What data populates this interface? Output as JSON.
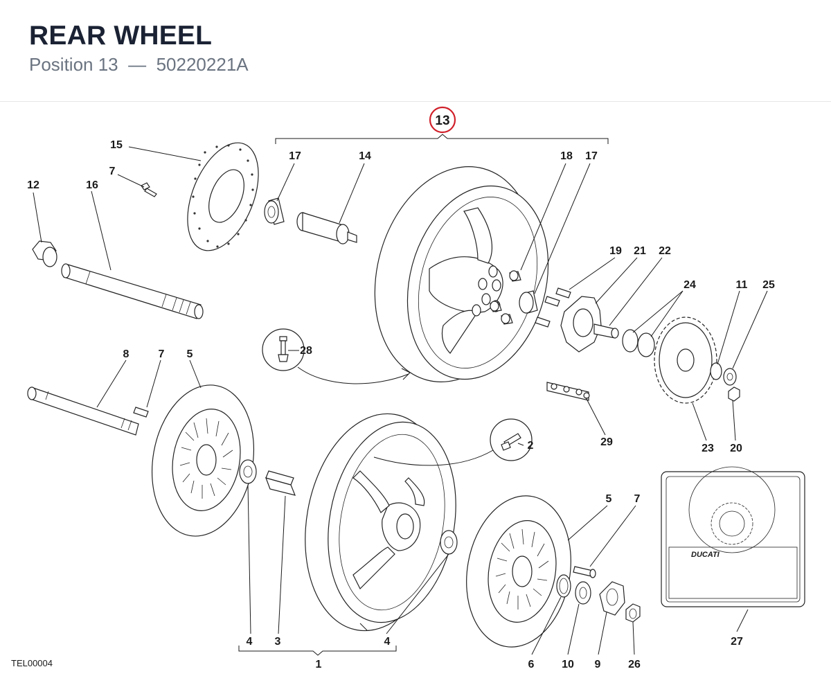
{
  "header": {
    "title": "REAR WHEEL",
    "position_label": "Position 13",
    "separator": "—",
    "part_number": "50220221A"
  },
  "drawing_code": "TEL00004",
  "highlight": {
    "label": "13",
    "color": "#d0202a"
  },
  "callouts": {
    "c15": "15",
    "c7a": "7",
    "c12": "12",
    "c16": "16",
    "c17a": "17",
    "c14": "14",
    "c18": "18",
    "c17b": "17",
    "c19": "19",
    "c21": "21",
    "c22": "22",
    "c24": "24",
    "c11": "11",
    "c25": "25",
    "c28": "28",
    "c8": "8",
    "c7b": "7",
    "c5a": "5",
    "c29": "29",
    "c23": "23",
    "c20": "20",
    "c2": "2",
    "c5b": "5",
    "c7c": "7",
    "c4a": "4",
    "c3": "3",
    "c4b": "4",
    "c1": "1",
    "c6": "6",
    "c10": "10",
    "c9": "9",
    "c26": "26",
    "c27": "27"
  },
  "logo_text": "DUCATI"
}
